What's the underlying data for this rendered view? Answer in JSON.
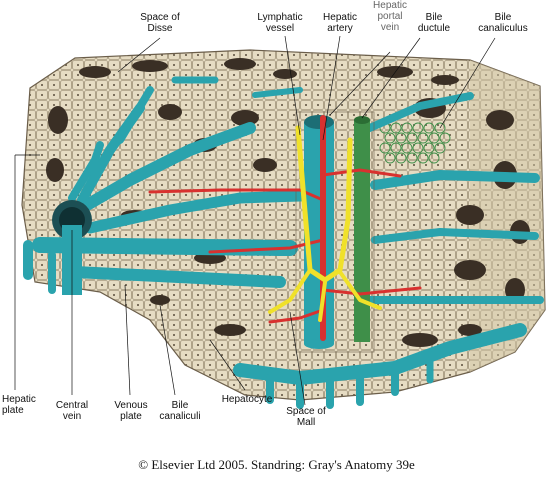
{
  "colors": {
    "parenchyma": "#e6dcc3",
    "sinusoid": "#2aa3ad",
    "artery": "#d8312f",
    "bile": "#3f8f49",
    "lymph": "#f0e12a",
    "hole": "#3a2f25",
    "cell_outline": "#6b5e4a"
  },
  "labels": {
    "space_of_disse": "Space of\nDisse",
    "lymphatic_vessel": "Lymphatic\nvessel",
    "hepatic_artery": "Hepatic\nartery",
    "hepatic_portal_vein": "Hepatic\nportal\nvein",
    "bile_ductule": "Bile\nductule",
    "bile_canaliculus": "Bile\ncanaliculus",
    "hepatic_plate": "Hepatic\nplate",
    "central_vein": "Central\nvein",
    "venous_plate": "Venous\nplate",
    "bile_canaliculi": "Bile\ncanaliculi",
    "hepatocyte": "Hepatocyte",
    "space_of_mall": "Space of\nMall"
  },
  "credit": "© Elsevier Ltd 2005. Standring: Gray's Anatomy 39e"
}
